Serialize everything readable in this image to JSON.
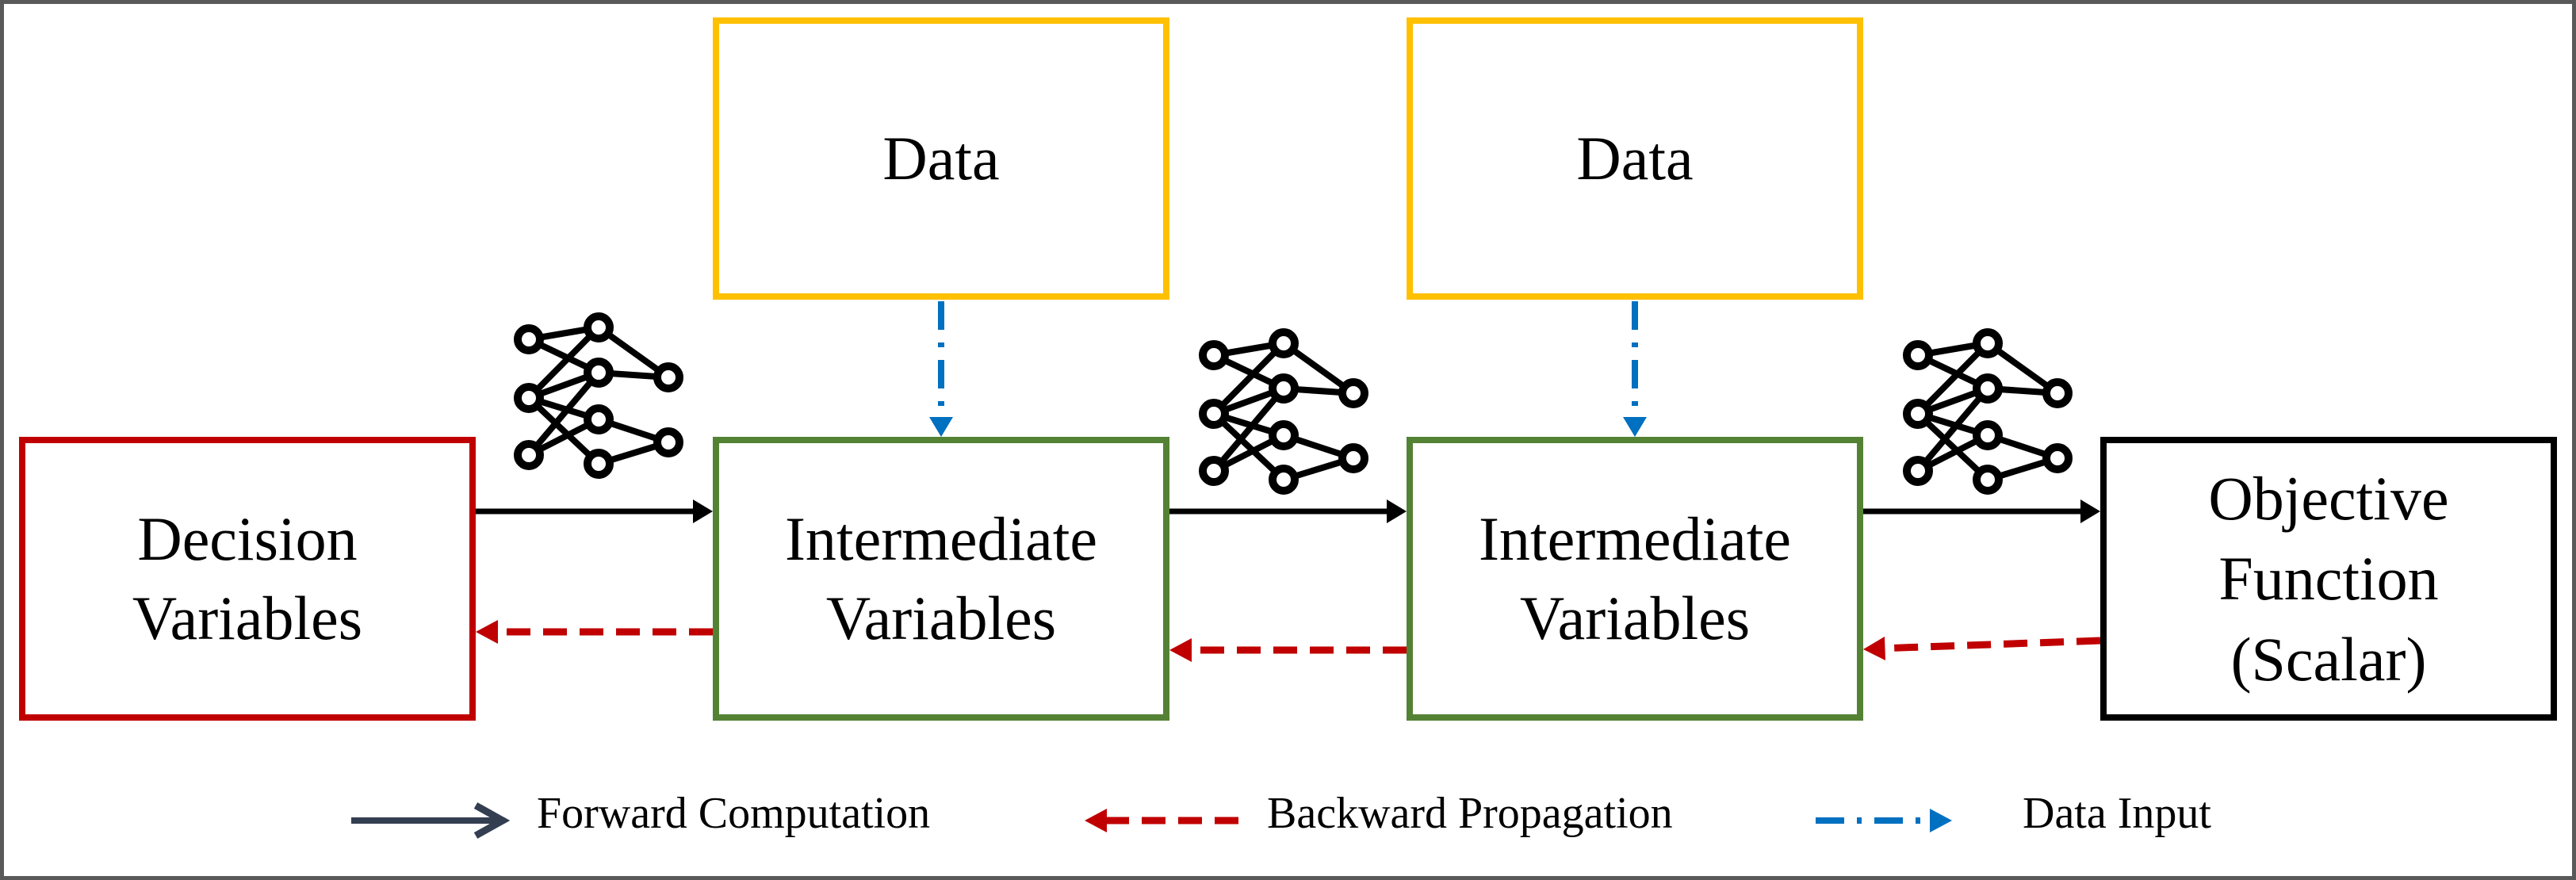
{
  "boxes": {
    "decision": {
      "line1": "Decision",
      "line2": "Variables"
    },
    "data1": {
      "label": "Data"
    },
    "data2": {
      "label": "Data"
    },
    "intermediate1": {
      "line1": "Intermediate",
      "line2": "Variables"
    },
    "intermediate2": {
      "line1": "Intermediate",
      "line2": "Variables"
    },
    "objective": {
      "line1": "Objective",
      "line2": "Function",
      "line3": "(Scalar)"
    }
  },
  "legend": {
    "forward": "Forward Computation",
    "backward": "Backward Propagation",
    "data_input": "Data Input"
  },
  "colors": {
    "decision_border": "#C00000",
    "data_border": "#FFC000",
    "intermediate_border": "#548235",
    "objective_border": "#000000",
    "forward_arrow": "#000000",
    "backward_arrow": "#C00000",
    "data_arrow": "#0070C0",
    "legend_forward_arrow": "#333F50"
  },
  "icons": [
    "neural-network-icon",
    "neural-network-icon",
    "neural-network-icon"
  ]
}
